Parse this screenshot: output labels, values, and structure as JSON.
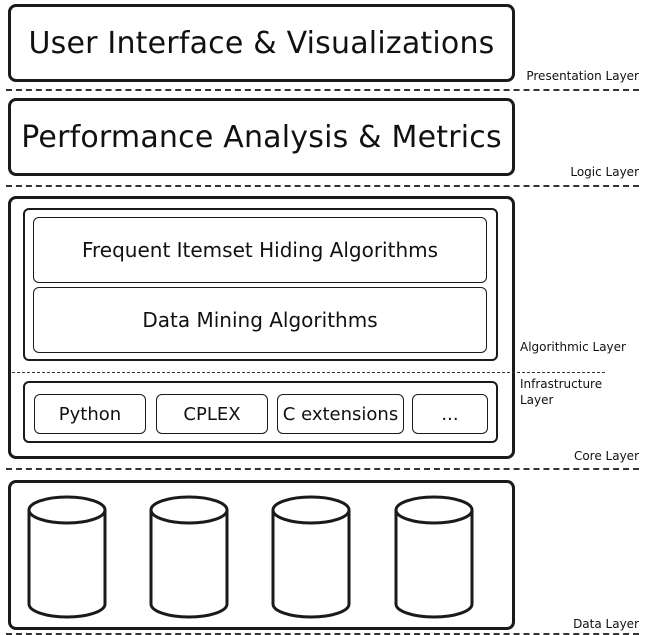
{
  "presentation": {
    "box_text": "User Interface & Visualizations",
    "label": "Presentation Layer"
  },
  "logic": {
    "box_text": "Performance Analysis & Metrics",
    "label": "Logic Layer"
  },
  "core": {
    "algorithmic": {
      "items": [
        "Frequent Itemset Hiding Algorithms",
        "Data Mining Algorithms"
      ],
      "label": "Algorithmic Layer"
    },
    "infrastructure": {
      "items": [
        "Python",
        "CPLEX",
        "C extensions",
        "..."
      ],
      "label": "Infrastructure Layer"
    },
    "label": "Core Layer"
  },
  "data_layer": {
    "databases": [
      "database-1",
      "database-2",
      "database-3",
      "database-4"
    ],
    "label": "Data Layer",
    "icon": "database-cylinder-icon"
  }
}
